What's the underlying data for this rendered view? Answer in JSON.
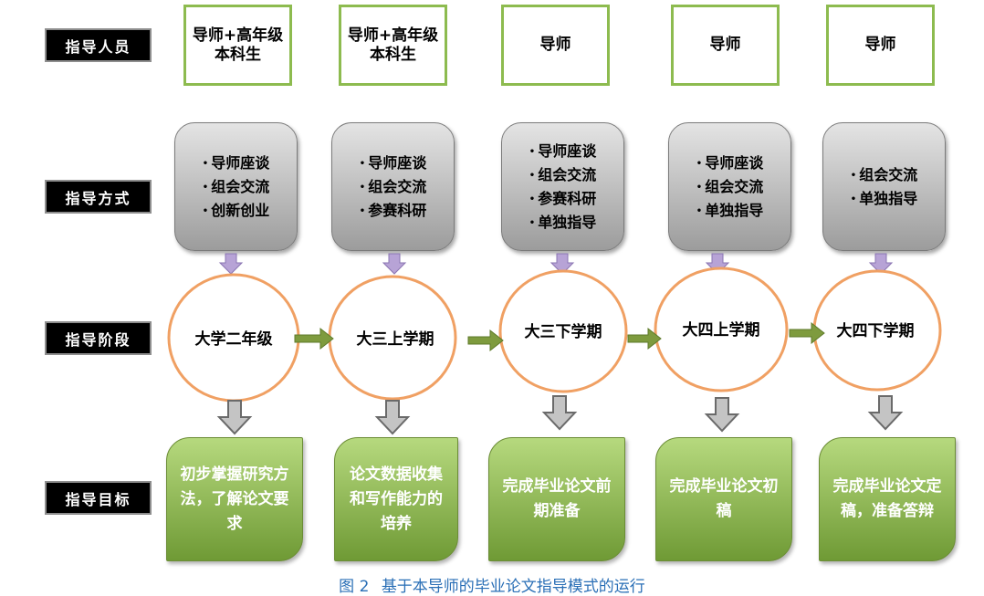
{
  "row_labels": [
    "指导人员",
    "指导方式",
    "指导阶段",
    "指导目标"
  ],
  "supervisors": [
    "导师+高年级本科生",
    "导师+高年级本科生",
    "导师",
    "导师",
    "导师"
  ],
  "methods": [
    [
      "导师座谈",
      "组会交流",
      "创新创业"
    ],
    [
      "导师座谈",
      "组会交流",
      "参赛科研"
    ],
    [
      "导师座谈",
      "组会交流",
      "参赛科研",
      "单独指导"
    ],
    [
      "导师座谈",
      "组会交流",
      "单独指导"
    ],
    [
      "组会交流",
      "单独指导"
    ]
  ],
  "stages": [
    "大学二年级",
    "大三上学期",
    "大三下学期",
    "大四上学期",
    "大四下学期"
  ],
  "goals": [
    "初步掌握研究方法，了解论文要求",
    "论文数据收集和写作能力的培养",
    "完成毕业论文前期准备",
    "完成毕业论文初稿",
    "完成毕业论文定稿，准备答辩"
  ],
  "caption": {
    "figure": "图 2",
    "title": "基于本导师的毕业论文指导模式的运行"
  },
  "colors": {
    "person_border": "#8dbb4f",
    "stage_border": "#f0a063",
    "goal_fill": "#8db34f",
    "link_arrow": "#7e9b3e",
    "down_arrow_purple": "#b7a3d6",
    "caption": "#2a6fb6"
  }
}
